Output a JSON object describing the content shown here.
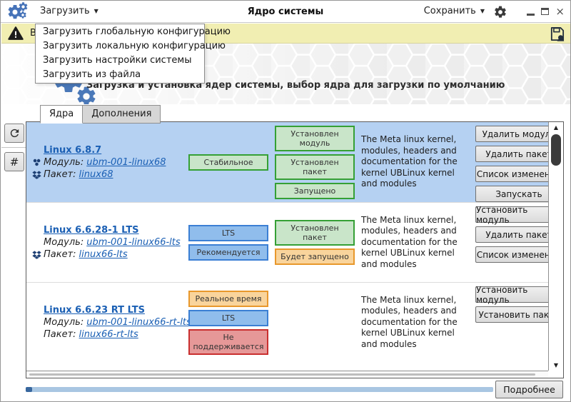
{
  "titlebar": {
    "app_title": "Ядро системы",
    "load_menu": "Загрузить",
    "save_menu": "Сохранить"
  },
  "dropdown": {
    "items": [
      "Загрузить глобальную конфигурацию",
      "Загрузить локальную конфигурацию",
      "Загрузить настройки системы",
      "Загрузить из файла"
    ]
  },
  "warning_bar": {
    "text": "В"
  },
  "header": {
    "subtitle": "Загрузка и установка ядер системы, выбор ядра для загрузки по умолчанию"
  },
  "tabs": [
    {
      "label": "Ядра",
      "active": true
    },
    {
      "label": "Дополнения",
      "active": false
    }
  ],
  "sidebar": {
    "hash_label": "#"
  },
  "labels": {
    "module": "Модуль:",
    "package": "Пакет:"
  },
  "kernels": [
    {
      "name": "Linux 6.8.7",
      "module": "ubm-001-linux68",
      "package": "linux68",
      "selected": true,
      "badges_col1": [
        {
          "text": "Стабильное",
          "type": "green"
        }
      ],
      "badges_col2": [
        {
          "text": "Установлен модуль",
          "type": "green"
        },
        {
          "text": "Установлен пакет",
          "type": "green"
        },
        {
          "text": "Запущено",
          "type": "green"
        }
      ],
      "description": "The Meta linux kernel, modules, headers and documentation for the kernel UBLinux kernel and modules",
      "buttons": [
        "Удалить модуль",
        "Удалить пакет",
        "Список изменений",
        "Запускать"
      ]
    },
    {
      "name": "Linux 6.6.28-1 LTS",
      "module": "ubm-001-linux66-lts",
      "package": "linux66-lts",
      "selected": false,
      "badges_col1": [
        {
          "text": "LTS",
          "type": "blue"
        },
        {
          "text": "Рекомендуется",
          "type": "blue"
        }
      ],
      "badges_col2": [
        {
          "text": "Установлен пакет",
          "type": "green"
        },
        {
          "text": "Будет запущено",
          "type": "orange"
        }
      ],
      "description": "The Meta linux kernel, modules, headers and documentation for the kernel UBLinux kernel and modules",
      "buttons": [
        "Установить модуль",
        "Удалить пакет",
        "Список изменений"
      ]
    },
    {
      "name": "Linux 6.6.23 RT LTS",
      "module": "ubm-001-linux66-rt-lts",
      "package": "linux66-rt-lts",
      "selected": false,
      "badges_col1": [
        {
          "text": "Реальное время",
          "type": "orange"
        },
        {
          "text": "LTS",
          "type": "blue"
        },
        {
          "text": "Не поддерживается",
          "type": "red"
        }
      ],
      "badges_col2": [],
      "description": "The Meta linux kernel, modules, headers and documentation for the kernel UBLinux kernel and modules",
      "buttons": [
        "Установить модуль",
        "Установить пакет"
      ]
    }
  ],
  "footer": {
    "details_label": "Подробнее"
  },
  "colors": {
    "accent_blue": "#4673b8",
    "selected_row": "#b5d1f2",
    "warning_bar_bg": "#f1eeb2",
    "link": "#1a5fb4",
    "badge_green_bg": "#c9e5c9",
    "badge_green_border": "#35a035",
    "badge_blue_bg": "#90bdec",
    "badge_blue_border": "#3b7fd4",
    "badge_orange_bg": "#f9d49c",
    "badge_orange_border": "#e8982c",
    "badge_red_bg": "#e69898",
    "badge_red_border": "#c92f2f",
    "progress_track": "#a9c6e2",
    "progress_fill": "#38679e"
  }
}
